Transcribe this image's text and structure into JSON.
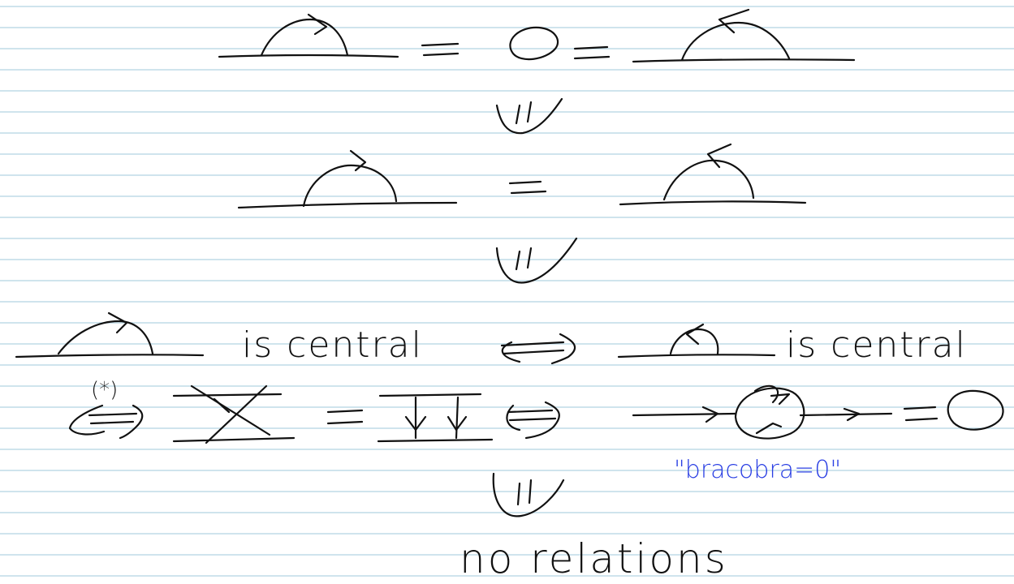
{
  "notes": {
    "is_central_left": "is central",
    "is_central_right": "is central",
    "star_mark": "(*)",
    "bracobra": "\"bracobra=0\"",
    "no_relations": "no relations"
  },
  "colors": {
    "ink": "#111111",
    "blue_ink": "#2a3fe3",
    "ruled_lines": "#bfdbe7",
    "paper": "#ffffff"
  }
}
